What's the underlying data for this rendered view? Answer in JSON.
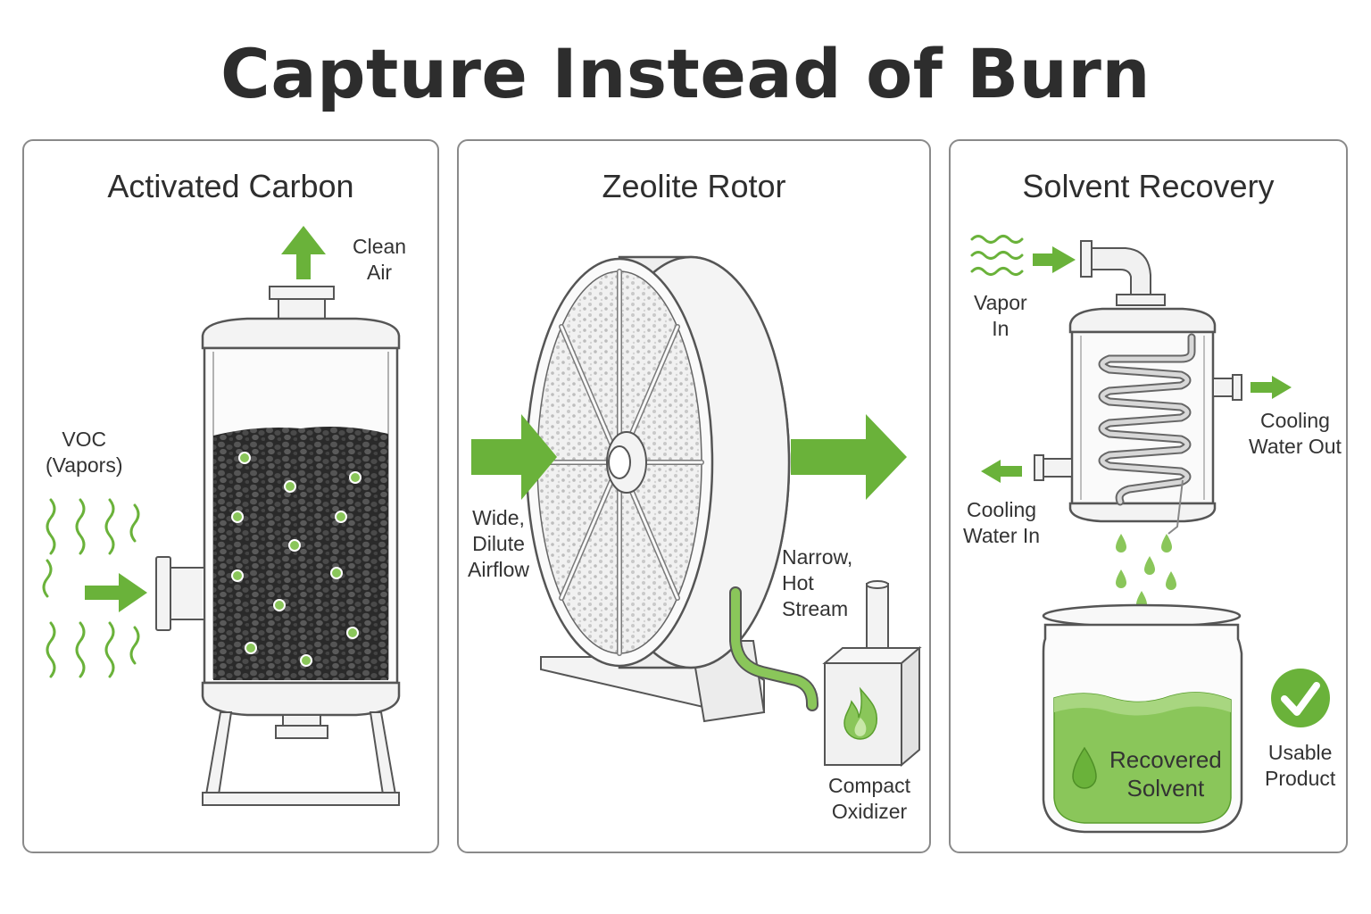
{
  "title": "Capture Instead of Burn",
  "accent_color": "#6ab23a",
  "panels": [
    {
      "title": "Activated Carbon",
      "labels": {
        "clean_air": "Clean\nAir",
        "voc": "VOC\n(Vapors)"
      }
    },
    {
      "title": "Zeolite Rotor",
      "labels": {
        "airflow": "Wide,\nDilute\nAirflow",
        "stream": "Narrow,\nHot\nStream",
        "oxidizer": "Compact\nOxidizer"
      }
    },
    {
      "title": "Solvent Recovery",
      "labels": {
        "vapor_in": "Vapor\nIn",
        "cooling_out": "Cooling\nWater Out",
        "cooling_in": "Cooling\nWater In",
        "solvent": "Recovered\nSolvent",
        "usable": "Usable\nProduct"
      }
    }
  ],
  "icons": [
    "arrow-up-icon",
    "arrow-right-icon",
    "arrow-left-icon",
    "wavy-vapor-icon",
    "flame-icon",
    "droplet-icon",
    "checkmark-icon"
  ]
}
